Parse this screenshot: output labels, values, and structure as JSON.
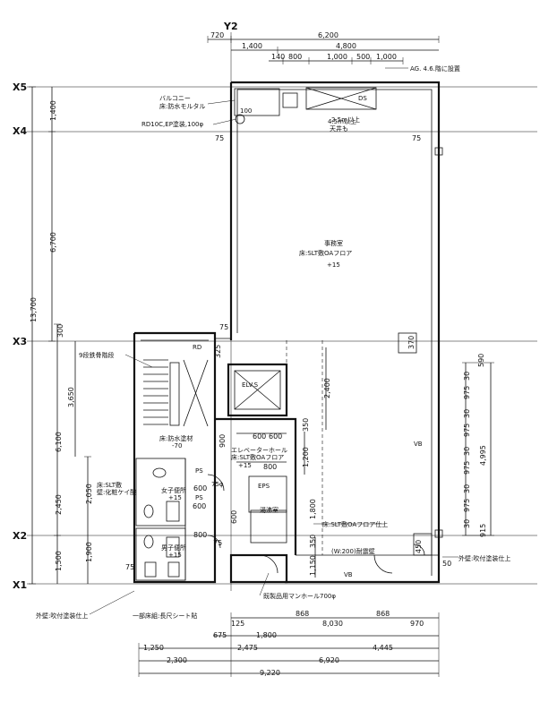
{
  "grid": {
    "y2": "Y2",
    "x5": "X5",
    "x4": "X4",
    "x3": "X3",
    "x2": "X2",
    "x1": "X1"
  },
  "dims_top": {
    "d720": "720",
    "d6200": "6,200",
    "d1400": "1,400",
    "d4800": "4,800",
    "d140": "140",
    "d800": "800",
    "d1000a": "1,000",
    "d500": "500",
    "d1000b": "1,000"
  },
  "dims_left": {
    "d1400": "1,400",
    "d6700": "6,700",
    "d13700": "13,700",
    "d300": "300",
    "d3650": "3,650",
    "d6100": "6,100",
    "d2050": "2,050",
    "d2450": "2,450",
    "d1500": "1,500",
    "d1900": "1,900"
  },
  "dims_bottom": {
    "d125": "125",
    "d868a": "868",
    "d868b": "868",
    "d8030": "8,030",
    "d970": "970",
    "d675": "675",
    "d1800": "1,800",
    "d1250": "1,250",
    "d2475": "2,475",
    "d4445": "4,445",
    "d2300": "2,300",
    "d6920": "6,920",
    "d9220": "9,220"
  },
  "dims_right": {
    "d590": "590",
    "d4995": "4,995",
    "d915": "915",
    "d975a": "975",
    "d975b": "975",
    "d975c": "975",
    "d975d": "975",
    "d30a": "30",
    "d30b": "30",
    "d30c": "30",
    "d30d": "30",
    "d30e": "30",
    "d450": "450",
    "d50": "50"
  },
  "dims_inner": {
    "d2400": "2,400",
    "d1200": "1,200",
    "d350a": "350",
    "d600a": "600",
    "d600b": "600",
    "d900": "900",
    "d800": "800",
    "d600c": "600",
    "d1800": "1,800",
    "d600d": "600",
    "d350b": "350",
    "d1150": "1,150",
    "d75a": "75",
    "d75b": "75",
    "d75c": "75",
    "d75d": "75",
    "d325": "325",
    "d370": "370",
    "d800b": "800",
    "d600e": "600",
    "d75e": "75"
  },
  "rooms": {
    "office": "事務室",
    "office_spec": "床:SLT敷OAフロア",
    "office_level": "+15",
    "elv": "ELV.S",
    "hall": "エレベーターホール",
    "hall_spec": "床:SLT敷OAフロア",
    "hall_level": "+15",
    "womens": "女子便所",
    "womens_level": "+15",
    "mens": "男子便所",
    "mens_level": "+15",
    "ps": "PS",
    "eps": "EPS",
    "pantry": "湯沸室",
    "stair_level": "-70",
    "ds": "DS",
    "vb_right": "VB",
    "vb_bottom": "VB",
    "rd": "RD",
    "ps_small": "PS",
    "d75": "75φ",
    "d100": "100"
  },
  "notes": {
    "ag": "AG. 4.6.階に設置",
    "balcony": "バルコニー",
    "balcony_spec": "床:防水モルタル",
    "rd": "RD10C,EP塗装,100φ",
    "stair": "9段鉄骨階段",
    "stair_mat": "床:防水塗材",
    "toilet_spec": "床:SLT敷",
    "toilet_spec2": "壁:化粧ケイ酸",
    "rf_note": "2.5m以上",
    "office_note": "床:SLT敷OAフロア",
    "ds_note": "4.5m以上",
    "ds_note2": "天井も",
    "hall_note": "床:SLT敷OAフロア仕上",
    "wall_right": "外壁:吹付塗装仕上",
    "wall_left": "外壁:吹付塗装仕上",
    "floor_bottom": "一部床組:長尺シート貼",
    "ground": "既製品用マンホール700φ",
    "wall_note": "(W:200)耐震壁"
  }
}
